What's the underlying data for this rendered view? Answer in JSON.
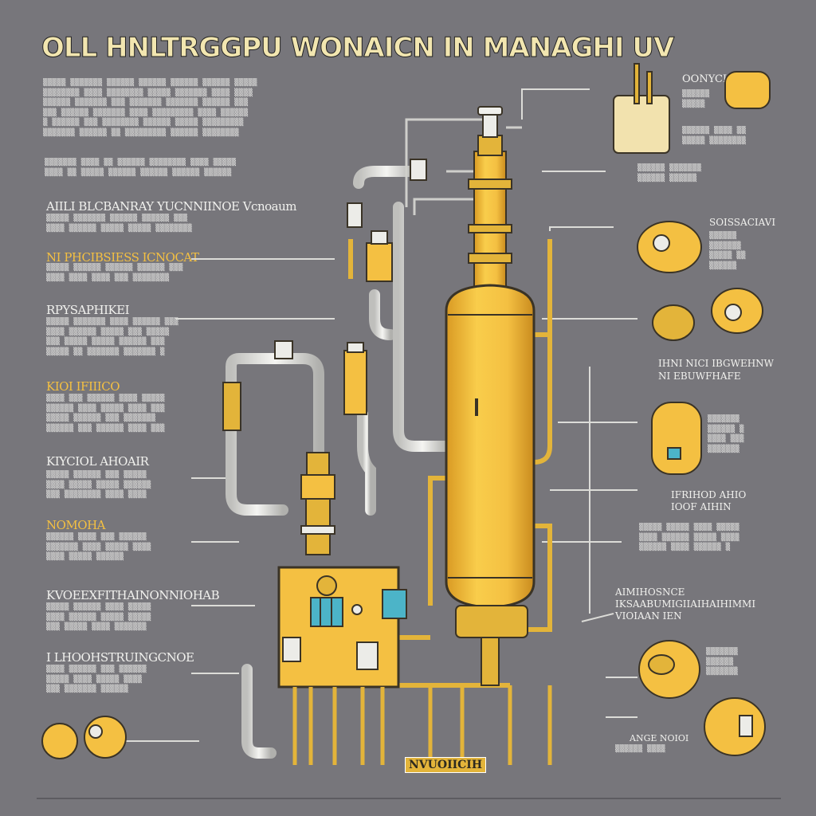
{
  "title": "OLL HNLTRGGPU WONAICN IN MANAGHI UV",
  "left_sections": [
    {
      "heading": "AIILI BLCBANRAY YUCNNIINOE Vcnoaum"
    },
    {
      "heading": "NI PHCIBSIESS ICNOCAT"
    },
    {
      "heading": "RPYSAPHIKEI"
    },
    {
      "heading": "KIOI IFIIICO"
    },
    {
      "heading": "KIYCIOL AHOAIR"
    },
    {
      "heading": "NOMOHA"
    },
    {
      "heading": "KVOEEXFITHAINONNIOHAB"
    },
    {
      "heading": "I LHOOHSTRUINGCNOE"
    }
  ],
  "right_labels": [
    {
      "text": "OONYCI"
    },
    {
      "text": "SOISSACIAVI"
    },
    {
      "text": "IHNI NICI IBGWEHNW NI EBUWFHAFE"
    },
    {
      "text": "IFRIHOD AHIO IOOF AIHIN"
    },
    {
      "text": "AIMIHOSNCE IKSAABUMIGIIAIHAIHIMMI VIOIAAN IEN"
    },
    {
      "text": "ANGE NOIOI"
    }
  ],
  "bottom_label": "NVUOIICIH",
  "colors": {
    "background": "#77767b",
    "tank": "#f4c042",
    "pipe": "#e9e9e6",
    "outline": "#3a3326",
    "accent_blue": "#4cb4c8"
  }
}
